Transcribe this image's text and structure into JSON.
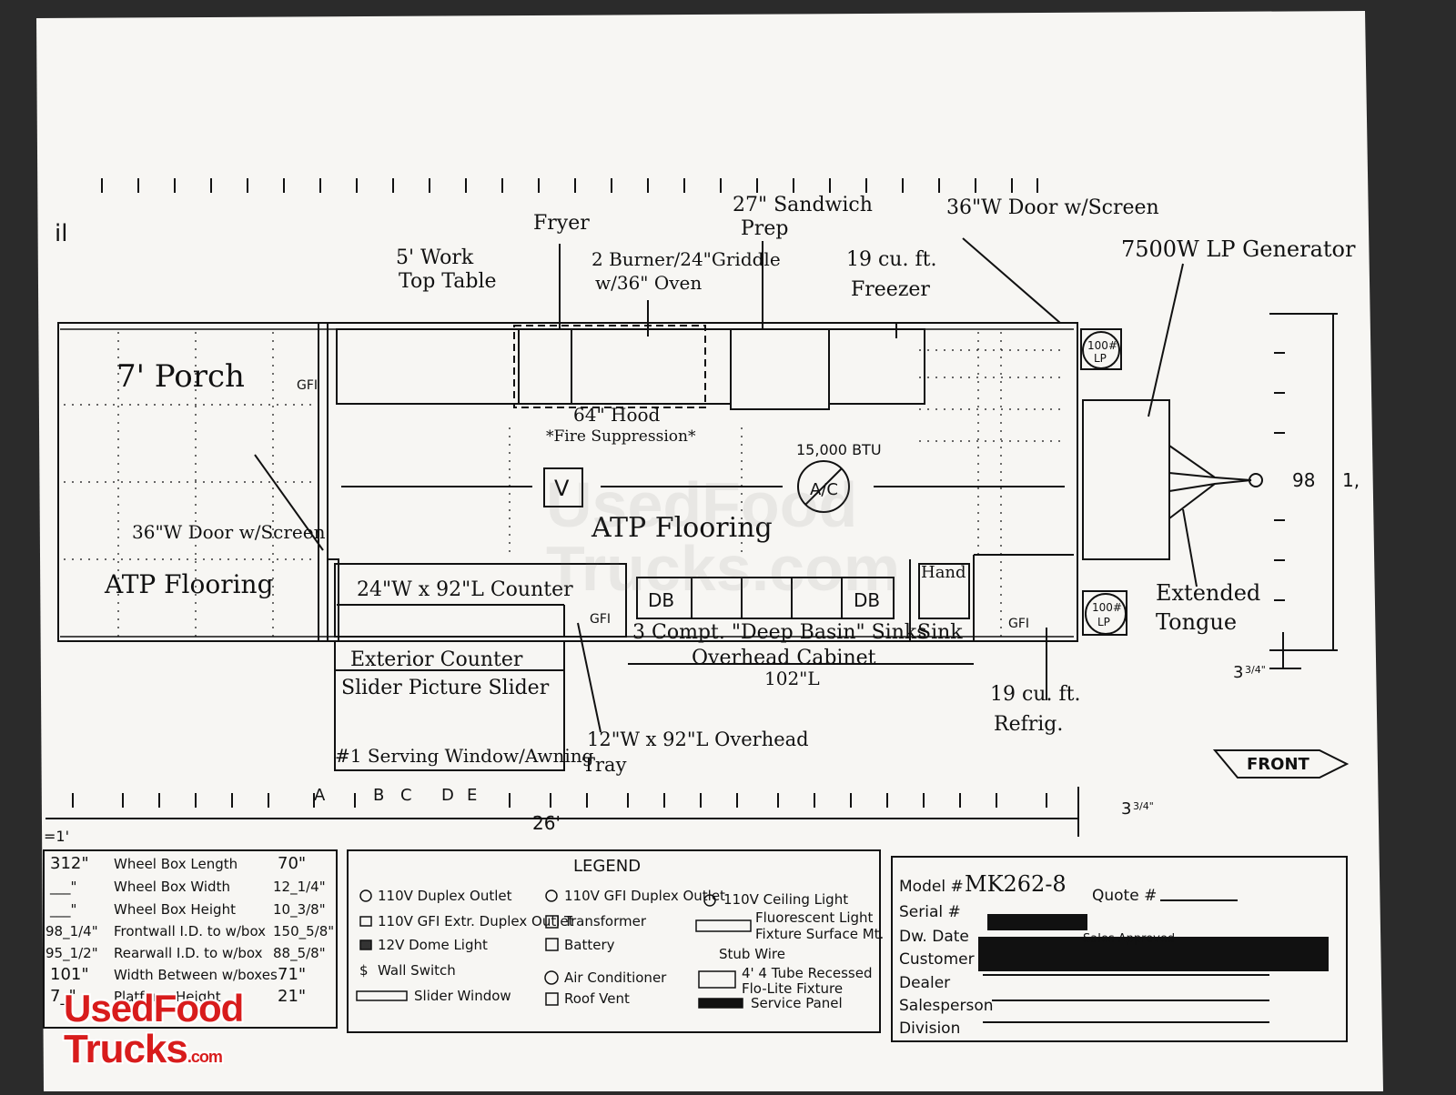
{
  "porch": {
    "title": "7' Porch",
    "door": "36\"W Door w/Screen",
    "flooring": "ATP Flooring",
    "gfi": "GFI"
  },
  "callouts": {
    "work_table": [
      "5' Work",
      "Top Table"
    ],
    "fryer": "Fryer",
    "griddle": [
      "2 Burner/24\"Griddle",
      "w/36\" Oven"
    ],
    "sandwich": [
      "27\" Sandwich",
      "Prep"
    ],
    "freezer": [
      "19 cu. ft.",
      "Freezer"
    ],
    "front_door": "36\"W Door w/Screen",
    "generator": "7500W LP Generator",
    "hood": "64\" Hood",
    "fire": "*Fire Suppression*",
    "ac_btu": "15,000 BTU",
    "ac_symbol": "A/C",
    "vent": "V",
    "flooring": "ATP Flooring",
    "counter": "24\"W x 92\"L Counter",
    "db1": "DB",
    "db2": "DB",
    "hand": "Hand",
    "sink": "Sink",
    "sinks": "3 Compt. \"Deep Basin\" Sinks",
    "gfi_left": "GFI",
    "gfi_right": "GFI",
    "overhead_cabinet": "Overhead Cabinet",
    "cabinet_len": "102\"L",
    "exterior_counter": "Exterior Counter",
    "slider": "Slider  Picture  Slider",
    "serving": "#1 Serving Window/Awning",
    "tray": [
      "12\"W x 92\"L Overhead",
      "Tray"
    ],
    "refrig": [
      "19 cu. ft.",
      "Refrig."
    ],
    "lp_top": [
      "100#",
      "LP"
    ],
    "lp_bottom": [
      "100#",
      "LP"
    ],
    "tongue": [
      "Extended",
      "Tongue"
    ],
    "width_dim": "98",
    "width_dim_frac": "1,",
    "offset_dim": "3",
    "offset_frac": "3/4\"",
    "offset_dim2": "3",
    "offset_frac2": "3/4\"",
    "front": "FRONT",
    "length": "26'",
    "scale": "=1'",
    "sections": [
      "A",
      "B",
      "C",
      "D",
      "E"
    ],
    "left_mark": "il"
  },
  "specs": [
    {
      "left": "312\"",
      "label": "Wheel Box Length",
      "right": "70\""
    },
    {
      "left": "___\"",
      "label": "Wheel Box Width",
      "right": "12_1/4\""
    },
    {
      "left": "___\"",
      "label": "Wheel Box Height",
      "right": "10_3/8\""
    },
    {
      "left": "98_1/4\"",
      "label": "Frontwall I.D. to w/box",
      "right": "150_5/8\""
    },
    {
      "left": "95_1/2\"",
      "label": "Rearwall I.D. to w/box",
      "right": "88_5/8\""
    },
    {
      "left": "101\"",
      "label": "Width Between w/boxes",
      "right": "71\""
    },
    {
      "left": "7_\"",
      "label": "Platform Height",
      "right": "21\""
    }
  ],
  "legend": {
    "title": "LEGEND",
    "col1": [
      "110V Duplex Outlet",
      "110V GFI Extr. Duplex Outlet",
      "12V Dome Light",
      "Wall Switch",
      "Slider Window"
    ],
    "col2": [
      "110V GFI Duplex Outlet",
      "Transformer",
      "Battery",
      "Air Conditioner",
      "Roof Vent"
    ],
    "col3": [
      "110V Ceiling Light",
      "Fluorescent Light",
      "Fixture Surface Mt.",
      "Stub Wire",
      "4' 4 Tube Recessed",
      "Flo-Lite Fixture",
      "Service Panel"
    ]
  },
  "titleblock": {
    "model_label": "Model #",
    "model_value": "MK262-8",
    "quote_label": "Quote #",
    "serial_label": "Serial #",
    "dw_label": "Dw. Date",
    "sales_label": "Sales Approved",
    "customer_label": "Customer",
    "dealer_label": "Dealer",
    "salesperson_label": "Salesperson",
    "division_label": "Division"
  },
  "logo": {
    "line1": "UsedFood",
    "line2": "Trucks",
    "suffix": ".com"
  },
  "watermark": [
    "UsedFood",
    "Trucks.com"
  ],
  "colors": {
    "paper": "#f7f6f3",
    "ink": "#111111",
    "logo_red": "#d81c1c",
    "backdrop": "#2b2b2b"
  }
}
